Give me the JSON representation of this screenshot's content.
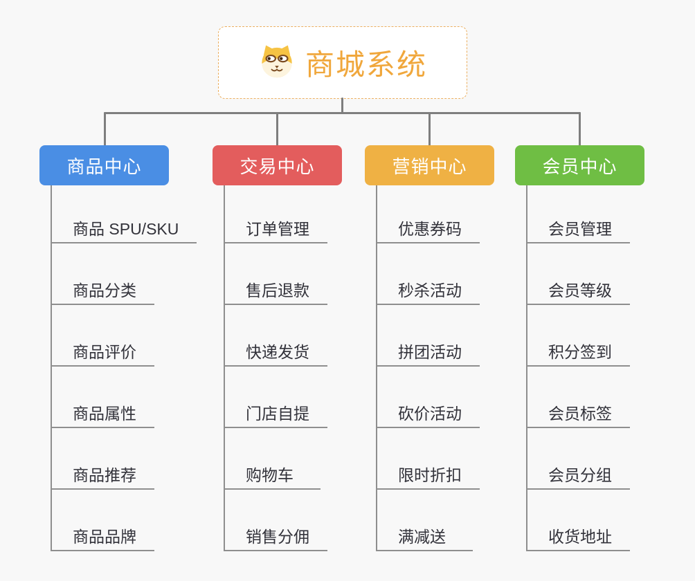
{
  "root": {
    "title": "商城系统",
    "icon": "shiba-dog-face-icon"
  },
  "branches": [
    {
      "label": "商品中心",
      "color": "#4A8EE4",
      "items": [
        "商品 SPU/SKU",
        "商品分类",
        "商品评价",
        "商品属性",
        "商品推荐",
        "商品品牌"
      ]
    },
    {
      "label": "交易中心",
      "color": "#E35D5D",
      "items": [
        "订单管理",
        "售后退款",
        "快递发货",
        "门店自提",
        "购物车",
        "销售分佣"
      ]
    },
    {
      "label": "营销中心",
      "color": "#EFB144",
      "items": [
        "优惠券码",
        "秒杀活动",
        "拼团活动",
        "砍价活动",
        "限时折扣",
        "满减送"
      ]
    },
    {
      "label": "会员中心",
      "color": "#6FBE44",
      "items": [
        "会员管理",
        "会员等级",
        "积分签到",
        "会员标签",
        "会员分组",
        "收货地址"
      ]
    }
  ],
  "palette": {
    "background": "#F8F8F8",
    "connector_gray": "#7E7E7E",
    "underline_gray": "#8E8E8E",
    "item_text": "#32323A",
    "root_accent": "#F0A73C",
    "root_border": "#EBAE5E",
    "header_text": "#FFFFFF"
  }
}
